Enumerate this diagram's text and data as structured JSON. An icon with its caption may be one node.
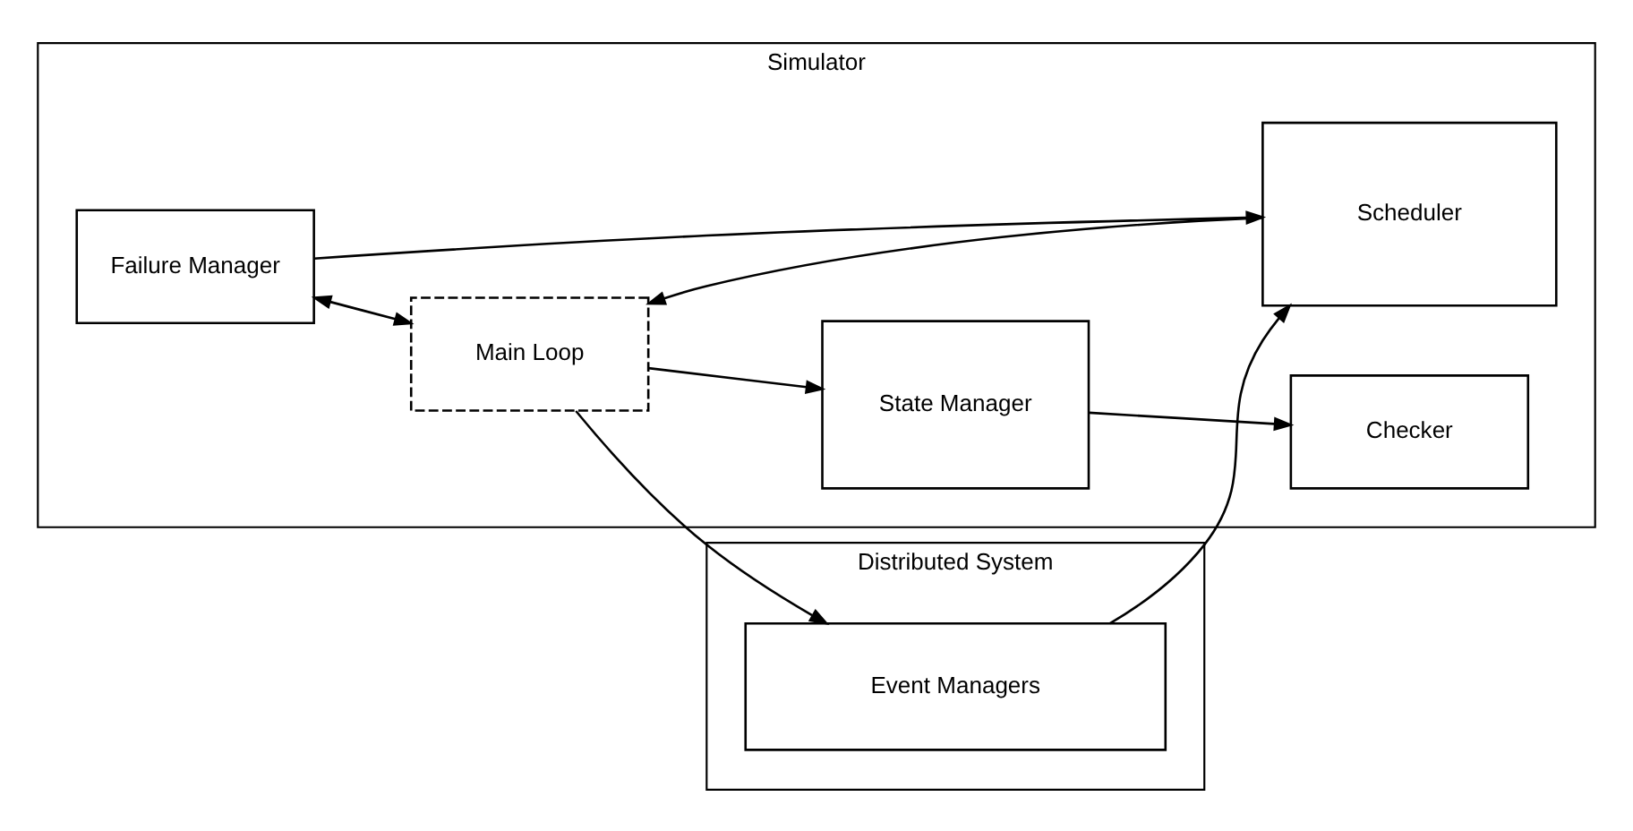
{
  "diagram": {
    "nodes": [
      {
        "text": [
          "Simulator"
        ]
      },
      {
        "text": [
          "State Manager"
        ],
        "in": 0
      },
      {
        "text": [
          "Checker"
        ],
        "in": 0
      },
      {
        "text": [
          "Main Loop"
        ],
        "in": 0
      },
      {
        "text": [
          "Failure Manager"
        ],
        "in": 0
      },
      {
        "text": [
          "Scheduler"
        ],
        "in": 0
      },
      {
        "text": [
          "Distributed System"
        ]
      },
      {
        "text": [
          "Event Managers"
        ],
        "in": 6
      }
    ],
    "edges": [
      {
        "from": 1,
        "to": 2,
        "arrow": "to"
      },
      {
        "from": 3,
        "to": 1,
        "arrow": "to"
      },
      {
        "from": 4,
        "to": 3,
        "arrow": "both"
      },
      {
        "from": 4,
        "to": 5,
        "arrow": "to"
      },
      {
        "from": 5,
        "to": 3,
        "arrow": "to"
      },
      {
        "from": 3,
        "to": 7,
        "arrow": "to"
      },
      {
        "from": 7,
        "to": 5,
        "arrow": "to"
      }
    ]
  }
}
